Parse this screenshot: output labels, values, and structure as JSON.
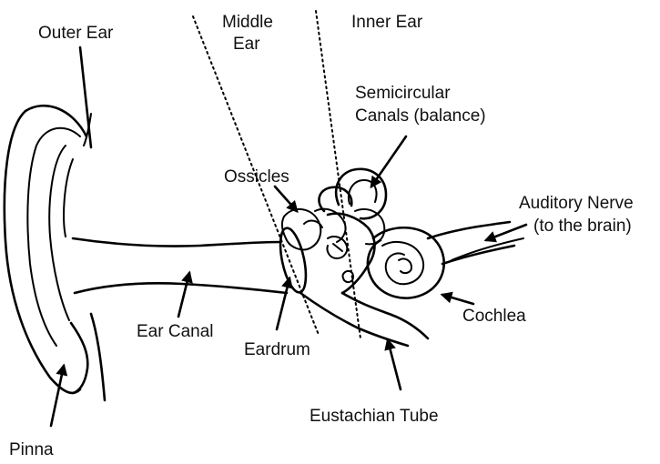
{
  "labels": {
    "outer_ear": "Outer Ear",
    "middle_ear_line1": "Middle",
    "middle_ear_line2": "Ear",
    "inner_ear": "Inner Ear",
    "semicircular_line1": "Semicircular",
    "semicircular_line2": "Canals (balance)",
    "ossicles": "Ossicles",
    "auditory_nerve_line1": "Auditory Nerve",
    "auditory_nerve_line2": "(to the brain)",
    "ear_canal": "Ear Canal",
    "eardrum": "Eardrum",
    "cochlea": "Cochlea",
    "eustachian_tube": "Eustachian Tube",
    "pinna": "Pinna"
  }
}
